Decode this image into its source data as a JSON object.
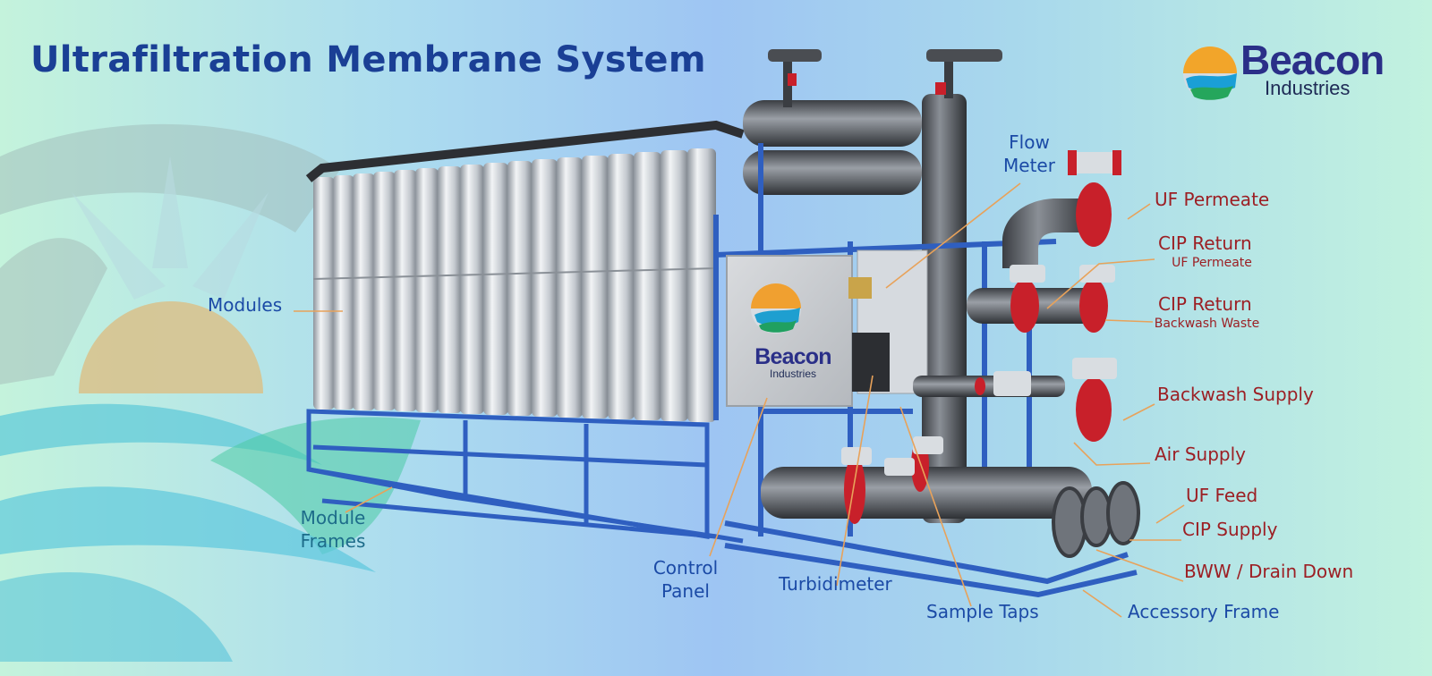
{
  "title": "Ultrafiltration Membrane System",
  "brand": {
    "name": "Beacon",
    "tagline": "Industries",
    "panel_name": "Beacon",
    "panel_tagline": "Industries"
  },
  "labels": {
    "modules": "Modules",
    "module_frames_1": "Module",
    "module_frames_2": "Frames",
    "control_panel_1": "Control",
    "control_panel_2": "Panel",
    "turbidimeter": "Turbidimeter",
    "sample_taps": "Sample Taps",
    "accessory_frame": "Accessory Frame",
    "flow_meter_1": "Flow",
    "flow_meter_2": "Meter",
    "uf_permeate": "UF Permeate",
    "cip_return_1": "CIP Return",
    "cip_return_1_sub": "UF Permeate",
    "cip_return_2": "CIP Return",
    "cip_return_2_sub": "Backwash Waste",
    "backwash_supply": "Backwash Supply",
    "air_supply": "Air Supply",
    "uf_feed": "UF Feed",
    "cip_supply": "CIP Supply",
    "bww_drain": "BWW / Drain Down"
  },
  "colors": {
    "title": "#1a3f95",
    "label_blue": "#1b4aa6",
    "label_red": "#9c1f24",
    "leader": "#e8a25a",
    "frame_blue": "#2f5fc0",
    "valve_red": "#c8202a"
  }
}
